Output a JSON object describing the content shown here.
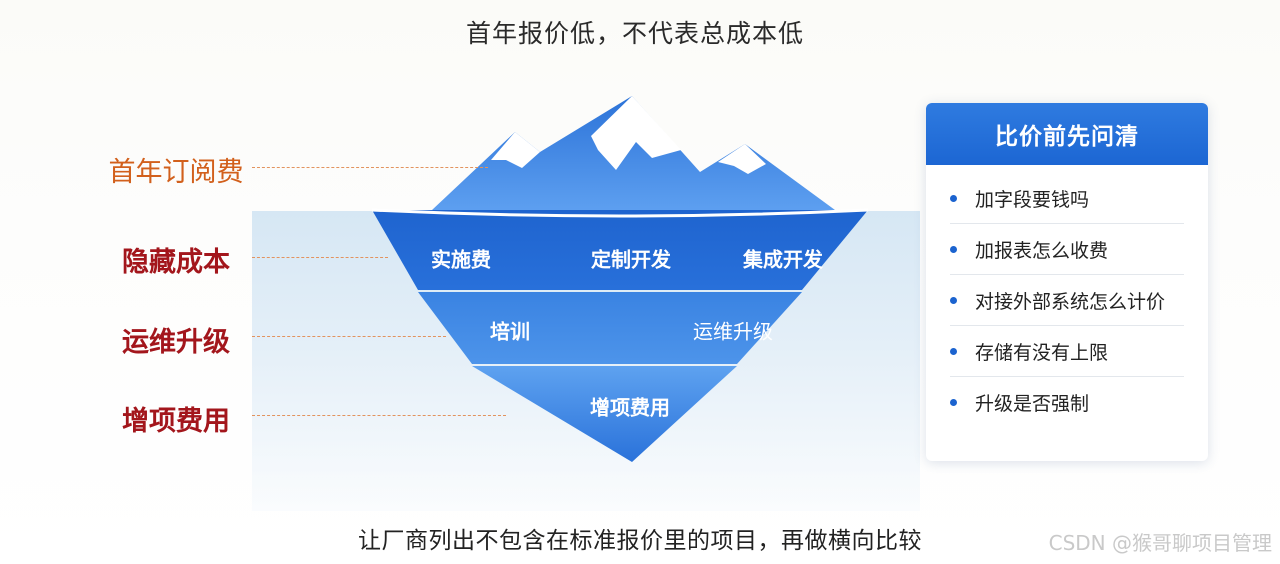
{
  "title": "首年报价低，不代表总成本低",
  "footer": "让厂商列出不包含在标准报价里的项目，再做横向比较",
  "watermark": "CSDN @猴哥聊项目管理",
  "left_labels": {
    "tip": "首年订阅费",
    "hidden": "隐藏成本",
    "ops": "运维升级",
    "addons": "增项费用"
  },
  "iceberg": {
    "band1": [
      "实施费",
      "定制开发",
      "集成开发"
    ],
    "band2": [
      "培训",
      "运维升级"
    ],
    "band3": [
      "增项费用"
    ]
  },
  "checklist": {
    "title": "比价前先问清",
    "items": [
      "加字段要钱吗",
      "加报表怎么收费",
      "对接外部系统怎么计价",
      "存储有没有上限",
      "升级是否强制"
    ]
  },
  "colors": {
    "accent_blue": "#1c66d3",
    "label_red": "#a3161c",
    "label_orange": "#d2601c",
    "leader_orange": "#e2935e"
  }
}
